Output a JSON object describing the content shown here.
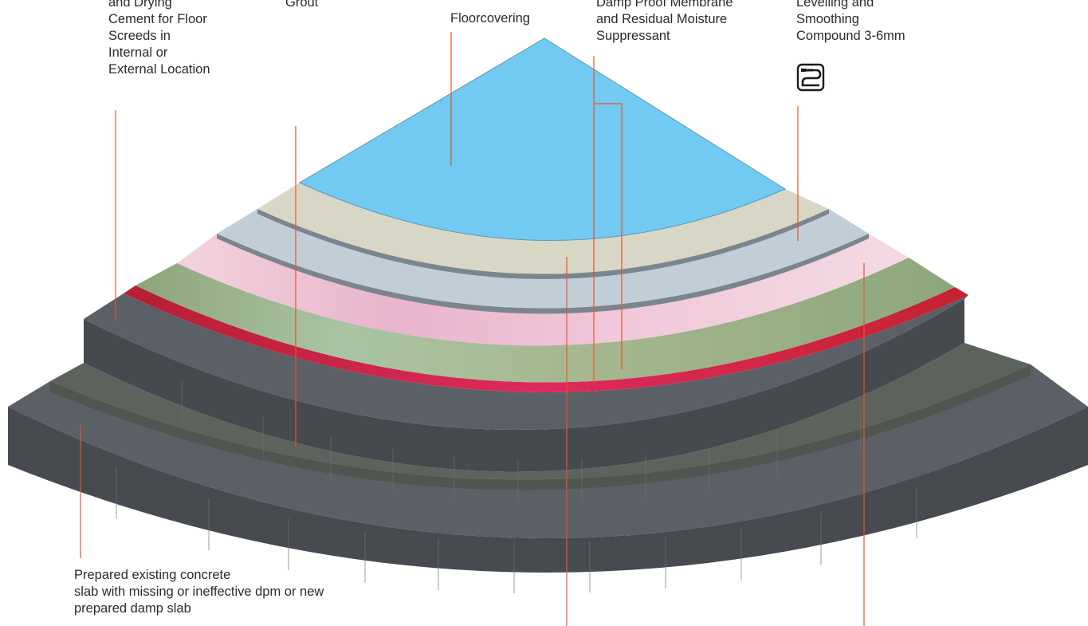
{
  "labels": {
    "top_left": [
      "and Drying",
      "Cement for Floor",
      "Screeds in",
      "Internal or",
      "External Location"
    ],
    "grout": [
      "Grout"
    ],
    "floorcovering": [
      "Floorcovering"
    ],
    "dpm": [
      "Damp Proof Membrane",
      "and Residual Moisture",
      "Suppressant"
    ],
    "levelling": [
      "Levelling and",
      "Smoothing",
      "Compound 3-6mm"
    ],
    "slab": [
      "Prepared existing concrete",
      "slab with missing or ineffective dpm or new",
      "prepared damp slab"
    ]
  },
  "icons": {
    "levelling_icon": "pump-hose-icon"
  },
  "colors": {
    "floorcovering": "#72c9f1",
    "beige_layer": "#d7d6c5",
    "blue_grey_layer": "#c3ced7",
    "pink_layer": "#ebc6d6",
    "green_layer": "#97ab86",
    "dpm_red": "#c3243a",
    "slab_top": "#5b5f66",
    "slab_side": "#464a4f",
    "leader_line": "#e8562a"
  }
}
